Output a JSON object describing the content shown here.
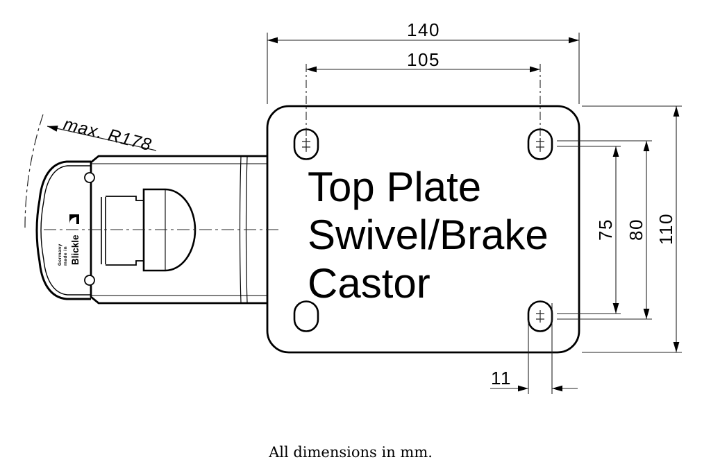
{
  "drawing": {
    "title_lines": [
      "Top Plate",
      "Swivel/Brake",
      "Castor"
    ],
    "note": "All dimensions in mm.",
    "dims": {
      "overall_width": "140",
      "bolt_spacing_x": "105",
      "bolt_spacing_y_min": "75",
      "bolt_spacing_y_max": "80",
      "plate_depth": "110",
      "slot_width": "11",
      "swivel_radius": "max. R178"
    },
    "wheel_markings": {
      "brand": "Blickle",
      "small_text_1": "made in",
      "small_text_2": "Germany"
    },
    "colors": {
      "outline": "#000000",
      "dimension_line": "#222222",
      "background": "#ffffff"
    }
  }
}
